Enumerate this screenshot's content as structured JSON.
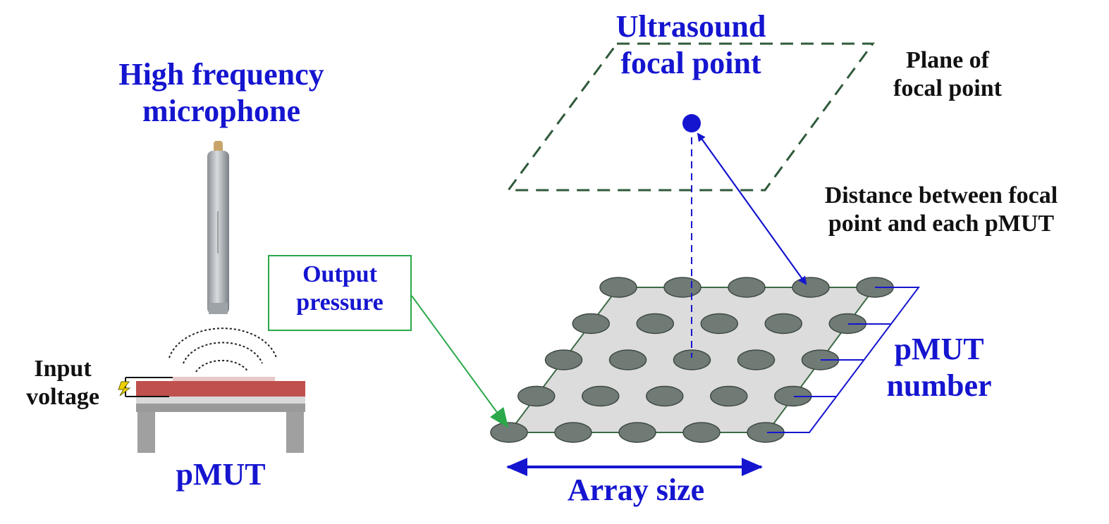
{
  "labels": {
    "microphone": [
      "High frequency",
      "microphone"
    ],
    "ultrasound": [
      "Ultrasound",
      "focal point"
    ],
    "plane": [
      "Plane of",
      "focal point"
    ],
    "distance": [
      "Distance between focal",
      "point and each pMUT"
    ],
    "output": [
      "Output",
      "pressure"
    ],
    "input": [
      "Input",
      "voltage"
    ],
    "pmut_device": "pMUT",
    "pmut_number": [
      "pMUT",
      "number"
    ],
    "array_size": "Array size"
  },
  "colors": {
    "label_blue": "#1515d0",
    "label_black": "#111111",
    "plane_dash": "#2f5a3a",
    "element_fill": "#6f7b74",
    "substrate": "#dcdcdc",
    "electrode": "#c0504d",
    "support": "#9a9a9a",
    "arrow_blue": "#1515d0",
    "arrow_green": "#2aa84a"
  },
  "array": {
    "rows": 5,
    "cols": 5
  }
}
